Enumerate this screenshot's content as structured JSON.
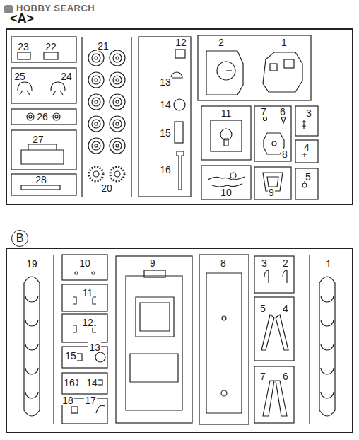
{
  "diagram": {
    "nodes": [
      {
        "text": [
          "<A>"
        ]
      },
      {
        "text": [
          "B"
        ]
      }
    ],
    "labels": [
      "HOBBY SEARCH",
      "23",
      "22",
      "21",
      "12",
      "2",
      "1",
      "25",
      "24",
      "13",
      "14",
      "26",
      "7",
      "6",
      "3",
      "11",
      "8",
      "15",
      "4",
      "27",
      "16",
      "10",
      "9",
      "5",
      "28",
      "20",
      "19",
      "10",
      "9",
      "8",
      "3",
      "2",
      "1",
      "11",
      "12",
      "5",
      "4",
      "15",
      "13",
      "7",
      "6",
      "16",
      "14",
      "18",
      "17"
    ]
  }
}
